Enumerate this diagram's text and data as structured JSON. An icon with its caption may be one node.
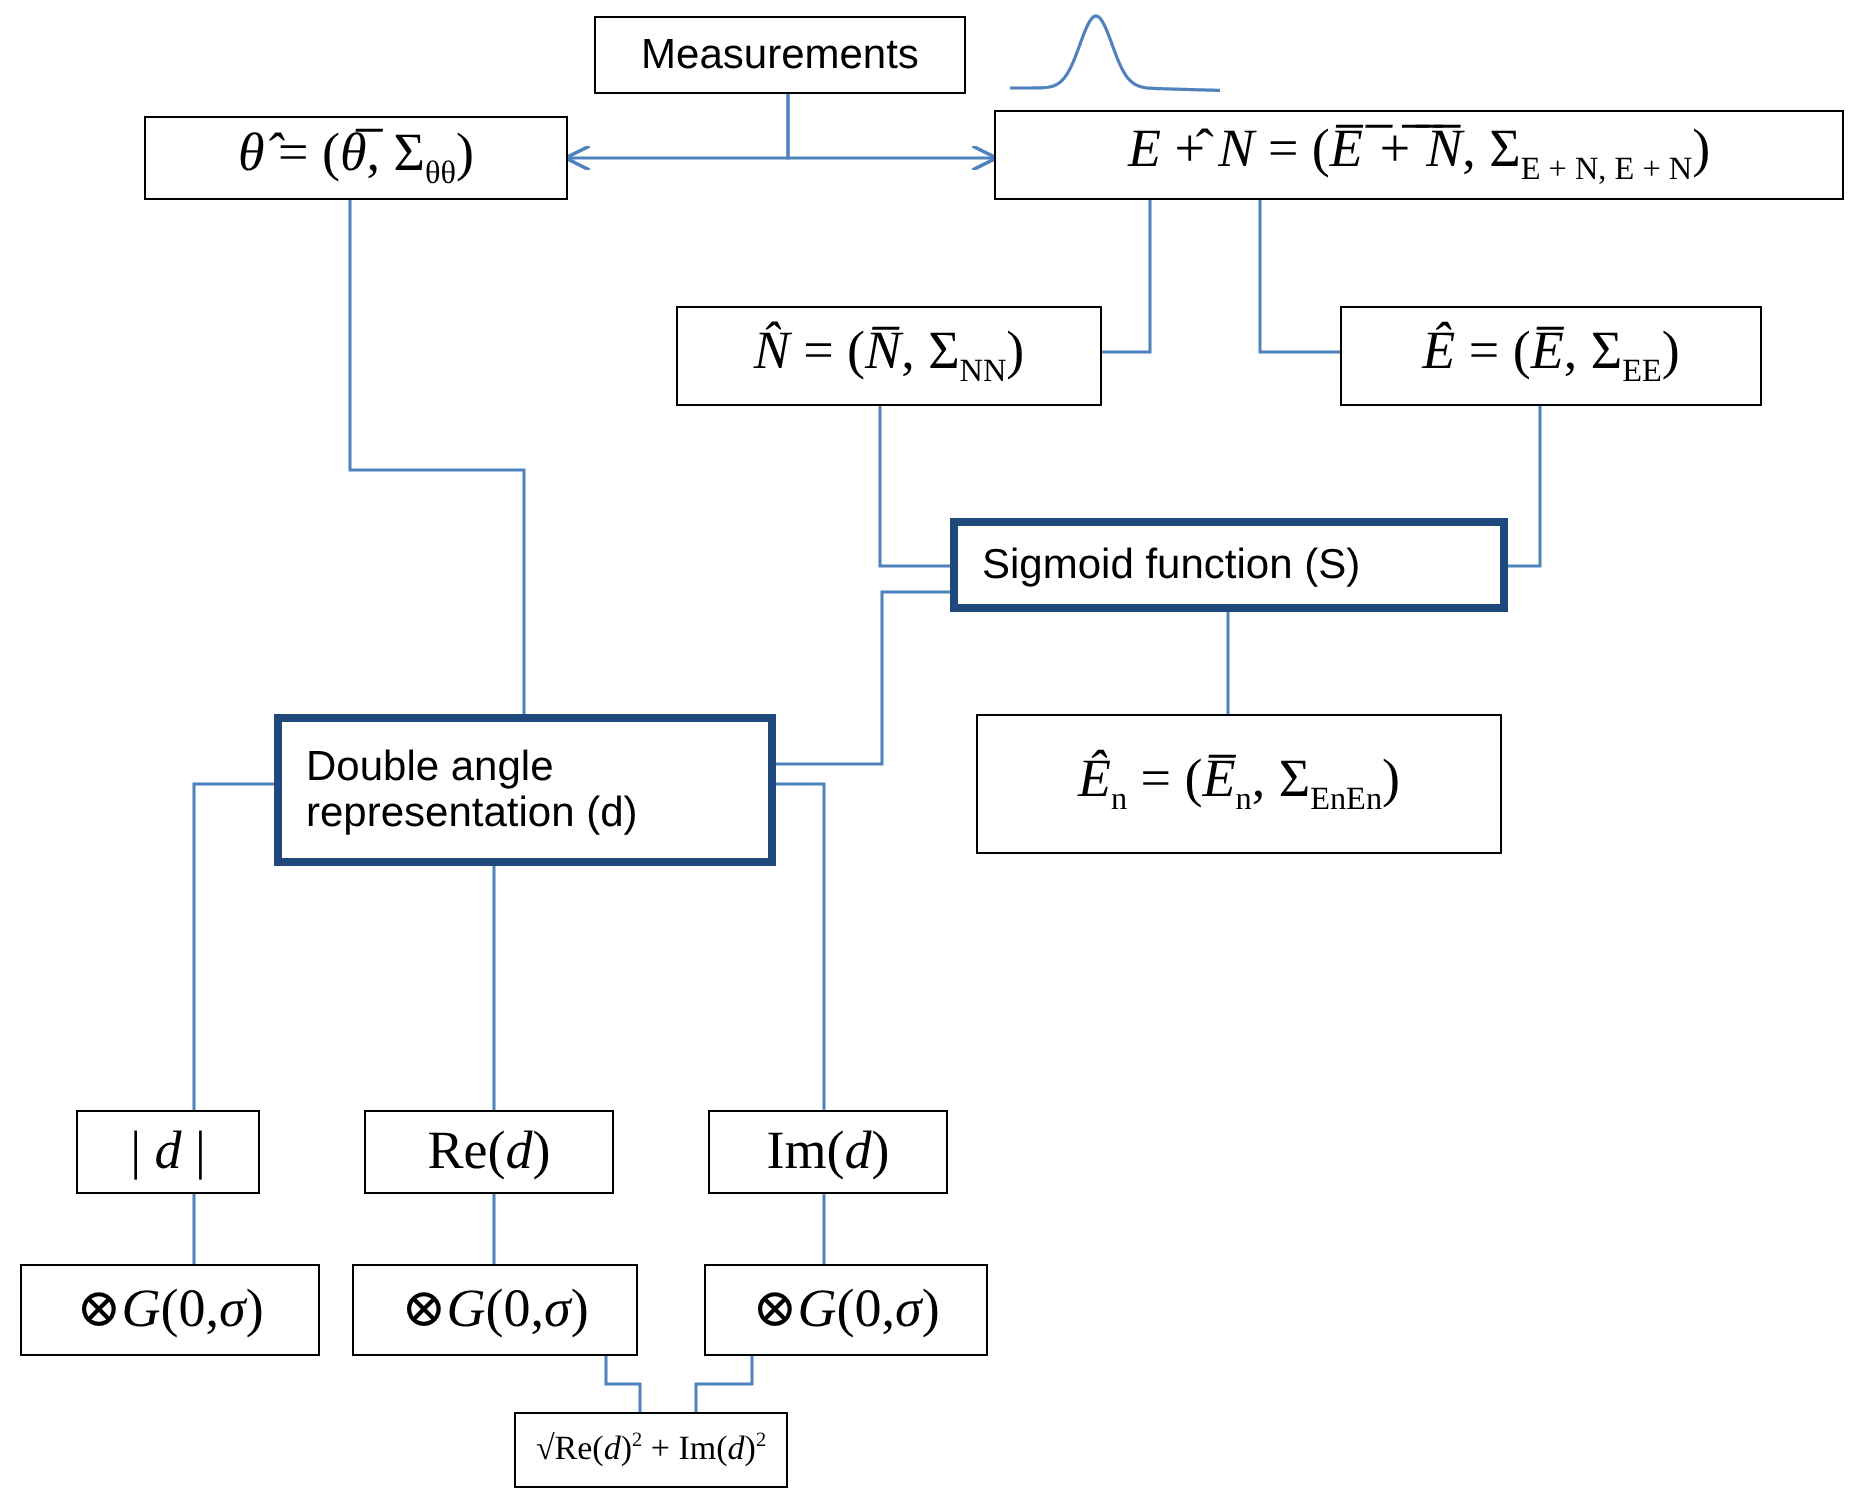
{
  "diagram": {
    "nodes": [
      {
        "text": [
          "Measurements"
        ]
      },
      {
        "text": [
          "*θ̂* = (*θ̅*, Σ$_{θθ}$)"
        ]
      },
      {
        "text": [
          "*E* +̂ *N* = (*E̅ ̅+̅ ̅N̅*, Σ$_{E + N, E + N}$)"
        ]
      },
      {
        "text": [
          "*N̂* = (*N̅*, Σ$_{NN}$)"
        ]
      },
      {
        "text": [
          "*Ê* = (*E̅*, Σ$_{EE}$)"
        ]
      },
      {
        "text": [
          "Sigmoid function (S)"
        ]
      },
      {
        "text": [
          "Double angle representation (d)"
        ]
      },
      {
        "text": [
          "*Ê*$_{n}$ = (*E̅*$_{n}$, Σ$_{EnEn}$)"
        ]
      },
      {
        "text": [
          "| *d* |"
        ]
      },
      {
        "text": [
          "Re(*d*)"
        ]
      },
      {
        "text": [
          "Im(*d*)"
        ]
      },
      {
        "text": [
          "⊗*G*(0,*σ*)"
        ]
      },
      {
        "text": [
          "⊗*G*(0,*σ*)"
        ]
      },
      {
        "text": [
          "⊗*G*(0,*σ*)"
        ]
      },
      {
        "text": [
          "√Re(*d*)$^{2}$ + Im(*d*)$^{2}$"
        ]
      }
    ],
    "edges": [
      {
        "from": 0,
        "to": 1,
        "arrow": "to"
      },
      {
        "from": 0,
        "to": 2,
        "arrow": "to"
      },
      {
        "from": 2,
        "to": 3,
        "arrow": "none"
      },
      {
        "from": 2,
        "to": 4,
        "arrow": "none"
      },
      {
        "from": 1,
        "to": 6,
        "arrow": "none"
      },
      {
        "from": 3,
        "to": 5,
        "arrow": "none"
      },
      {
        "from": 4,
        "to": 5,
        "arrow": "none"
      },
      {
        "from": 5,
        "to": 7,
        "arrow": "none"
      },
      {
        "from": 5,
        "to": 6,
        "arrow": "none"
      },
      {
        "from": 6,
        "to": 8,
        "arrow": "none"
      },
      {
        "from": 6,
        "to": 9,
        "arrow": "none"
      },
      {
        "from": 6,
        "to": 10,
        "arrow": "none"
      },
      {
        "from": 8,
        "to": 11,
        "arrow": "none"
      },
      {
        "from": 9,
        "to": 12,
        "arrow": "none"
      },
      {
        "from": 10,
        "to": 13,
        "arrow": "none"
      },
      {
        "from": 12,
        "to": 14,
        "arrow": "none"
      },
      {
        "from": 13,
        "to": 14,
        "arrow": "none"
      }
    ]
  }
}
